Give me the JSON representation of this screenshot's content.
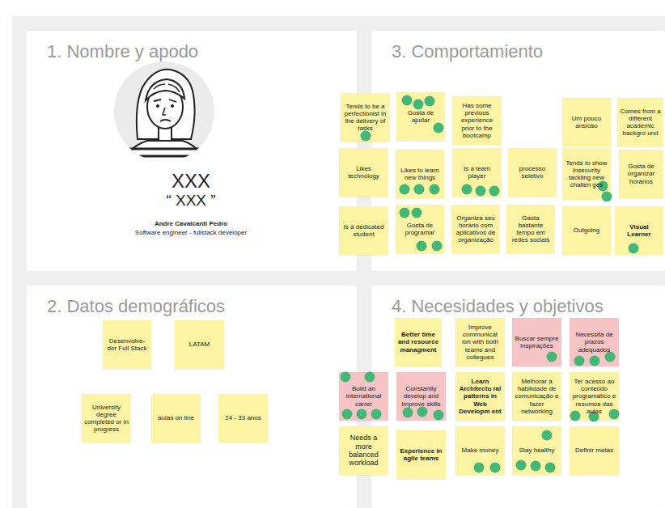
{
  "diagram": {
    "nodes": [
      {
        "text": [
          "1. Nombre y apodo",
          "XXX",
          "“ XXX ”",
          "Andre Cavalcanti Pedro",
          "Software engineer - fullstack developer"
        ]
      },
      {
        "text": [
          "3. Comportamiento"
        ]
      },
      {
        "text": [
          "Tends to be a perfectionist in the delivery of tasks"
        ],
        "in": 1
      },
      {
        "text": [
          "Gosta de ajudar"
        ],
        "in": 1
      },
      {
        "text": [
          "Has some previous experience prior to the bootcamp"
        ],
        "in": 1
      },
      {
        "text": [
          "Um pouco ansioso"
        ],
        "in": 1
      },
      {
        "text": [
          "Comes from a different academic backgro und"
        ],
        "in": 1
      },
      {
        "text": [
          "Likes technology"
        ],
        "in": 1
      },
      {
        "text": [
          "Likes to learn new things"
        ],
        "in": 1
      },
      {
        "text": [
          "Is a team player"
        ],
        "in": 1
      },
      {
        "text": [
          "processo seletivo"
        ],
        "in": 1
      },
      {
        "text": [
          "Tends to show insecurity tackling new challen ges"
        ],
        "in": 1
      },
      {
        "text": [
          "Gosta de organizar horários"
        ],
        "in": 1
      },
      {
        "text": [
          "Is a dedicated student"
        ],
        "in": 1
      },
      {
        "text": [
          "Gosta de programar"
        ],
        "in": 1
      },
      {
        "text": [
          "Organiza seu horário com aplicativos de organização"
        ],
        "in": 1
      },
      {
        "text": [
          "Gasta bastante tempo em redes sociais"
        ],
        "in": 1
      },
      {
        "text": [
          "Outgoing"
        ],
        "in": 1
      },
      {
        "text": [
          "Visual Learner"
        ],
        "in": 1
      },
      {
        "text": [
          "2. Datos demográficos"
        ]
      },
      {
        "text": [
          "Desenvolve- dor Full Stack"
        ],
        "in": 19
      },
      {
        "text": [
          "LATAM"
        ],
        "in": 19
      },
      {
        "text": [
          "University degree completed or in progress"
        ],
        "in": 19
      },
      {
        "text": [
          "aulas on line"
        ],
        "in": 19
      },
      {
        "text": [
          "24 - 33 anos"
        ],
        "in": 19
      },
      {
        "text": [
          "4. Necesidades y objetivos"
        ]
      },
      {
        "text": [
          "Better time and resource managment"
        ],
        "in": 25
      },
      {
        "text": [
          "Improve communicat ion with both teams and collegues"
        ],
        "in": 25
      },
      {
        "text": [
          "Buscar sempre inspirações"
        ],
        "in": 25
      },
      {
        "text": [
          "Necessita de prazos adequados"
        ],
        "in": 25
      },
      {
        "text": [
          "Build an international carrer"
        ],
        "in": 25
      },
      {
        "text": [
          "Constantly develop and improve skills"
        ],
        "in": 25
      },
      {
        "text": [
          "Learn Architectu ral patterns in Web Developm ent"
        ],
        "in": 25
      },
      {
        "text": [
          "Melhorar a habilidade de comunicação e fazer networking"
        ],
        "in": 25
      },
      {
        "text": [
          "Ter acesso ao conteúdo programático e resumos das aulas"
        ],
        "in": 25
      },
      {
        "text": [
          "Needs a more balanced workload"
        ],
        "in": 25
      },
      {
        "text": [
          "Experience in agile teams"
        ],
        "in": 25
      },
      {
        "text": [
          "Make money"
        ],
        "in": 25
      },
      {
        "text": [
          "Stay healthy"
        ],
        "in": 25
      },
      {
        "text": [
          "Definir metas"
        ],
        "in": 25
      }
    ]
  }
}
